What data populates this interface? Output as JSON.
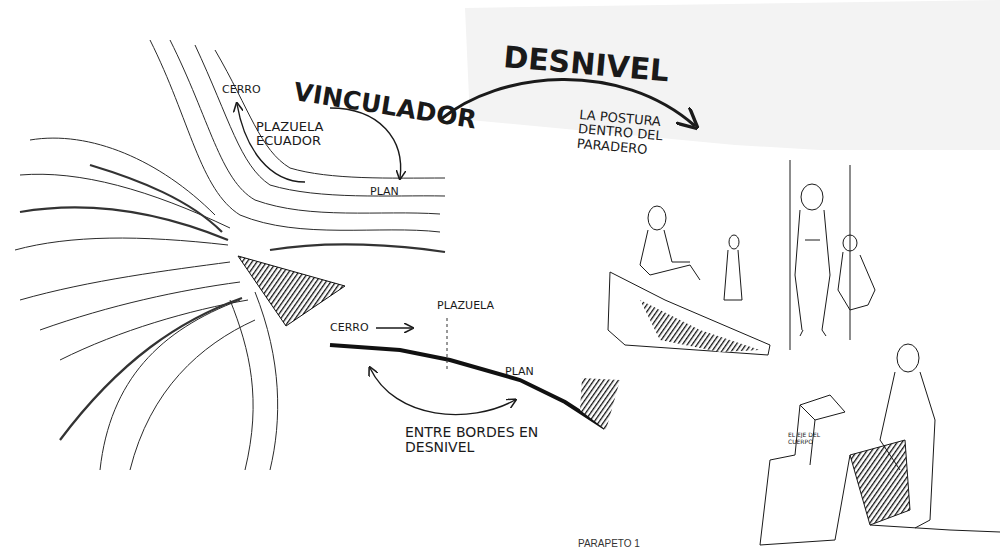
{
  "diagram": {
    "caption": "PARAPETO 1",
    "labels": [
      "CERRO",
      "PLAZUELA ECUADOR",
      "VINCULADOR",
      "PLAN",
      "DESNIVEL",
      "LA POSTURA DENTRO DEL PARADERO",
      "CERRO",
      "PLAZUELA",
      "PLAN",
      "ENTRE BORDES EN DESNIVEL",
      "EL EJE DEL CUERPO"
    ]
  }
}
